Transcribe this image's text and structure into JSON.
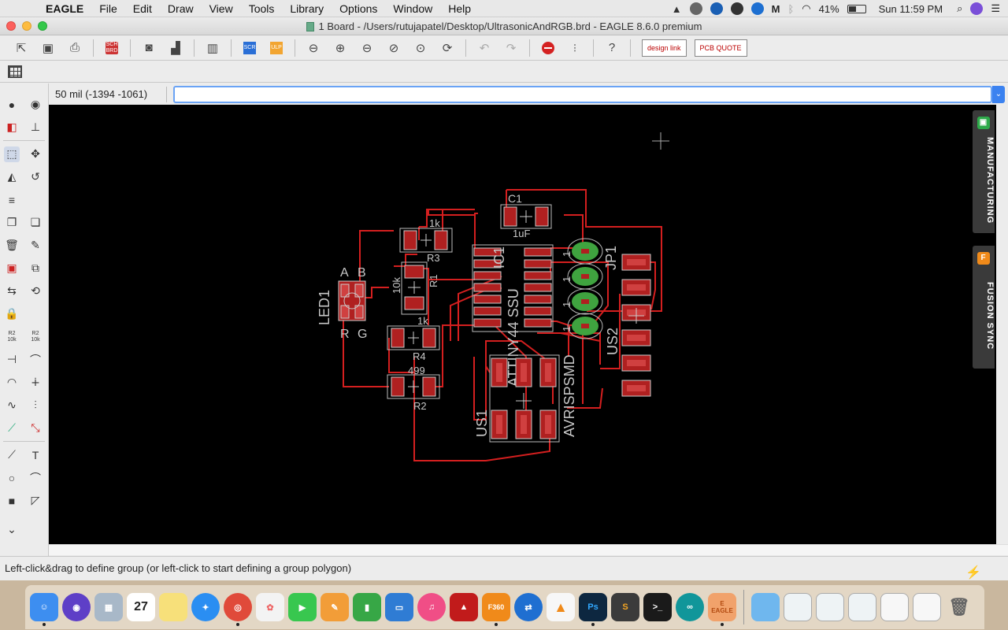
{
  "menubar": {
    "app_name": "EAGLE",
    "items": [
      "File",
      "Edit",
      "Draw",
      "View",
      "Tools",
      "Library",
      "Options",
      "Window",
      "Help"
    ],
    "battery": "41%",
    "clock": "Sun 11:59 PM"
  },
  "window": {
    "title": "1 Board - /Users/rutujapatel/Desktop/UltrasonicAndRGB.brd - EAGLE 8.6.0 premium"
  },
  "toolbar": {
    "sch_brd_label": "SCH BRD",
    "scr_label": "SCR",
    "ulp_label": "ULP",
    "design_link_label": "design link",
    "pcb_quote_label": "PCB QUOTE"
  },
  "command": {
    "coordinate_display": "50 mil (-1394 -1061)",
    "input_value": ""
  },
  "palette": {
    "r2_label": "R2",
    "r2_value_1": "10k",
    "r2_value_2": "10k"
  },
  "side_tabs": {
    "manufacturing": "MANUFACTURING",
    "fusion_sync": "FUSION SYNC"
  },
  "board": {
    "labels": {
      "c1": "C1",
      "c1_value": "1uF",
      "r3": "R3",
      "r3_value": "1k",
      "r1": "R1",
      "r1_value": "10k",
      "r4": "R4",
      "r4_value": "1k",
      "r2": "R2",
      "r2_value": "499",
      "led1": "LED1",
      "led_a": "A",
      "led_b": "B",
      "led_r": "R",
      "led_g": "G",
      "ic1": "IC1",
      "ic_name": "ATTINY44 SSU",
      "jp1": "JP1",
      "us2": "US2",
      "us1": "US1",
      "avr": "AVRISPSMD",
      "pin1_a": "1",
      "pin1_b": "1",
      "pin1_c": "1",
      "pin1_d": "1"
    }
  },
  "status": {
    "message": "Left-click&drag to define group (or left-click to start defining a group polygon)"
  },
  "dock": {
    "photo_booth_date": "27",
    "eagle_label": "EAGLE",
    "fusion_label": "360"
  },
  "colors": {
    "canvas_bg": "#000000",
    "trace": "#d41f1f",
    "pad": "#b02020",
    "silk": "#c8c8c8",
    "via": "#3fa33f"
  }
}
